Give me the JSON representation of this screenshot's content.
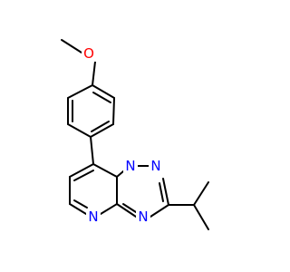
{
  "structure": {
    "atoms": [
      {
        "id": "O1",
        "label": "O",
        "color": "#ff0000"
      },
      {
        "id": "N1",
        "label": "N",
        "color": "#0000ff"
      },
      {
        "id": "N2",
        "label": "N",
        "color": "#0000ff"
      },
      {
        "id": "N3",
        "label": "N",
        "color": "#0000ff"
      },
      {
        "id": "N4",
        "label": "N",
        "color": "#0000ff"
      }
    ]
  }
}
